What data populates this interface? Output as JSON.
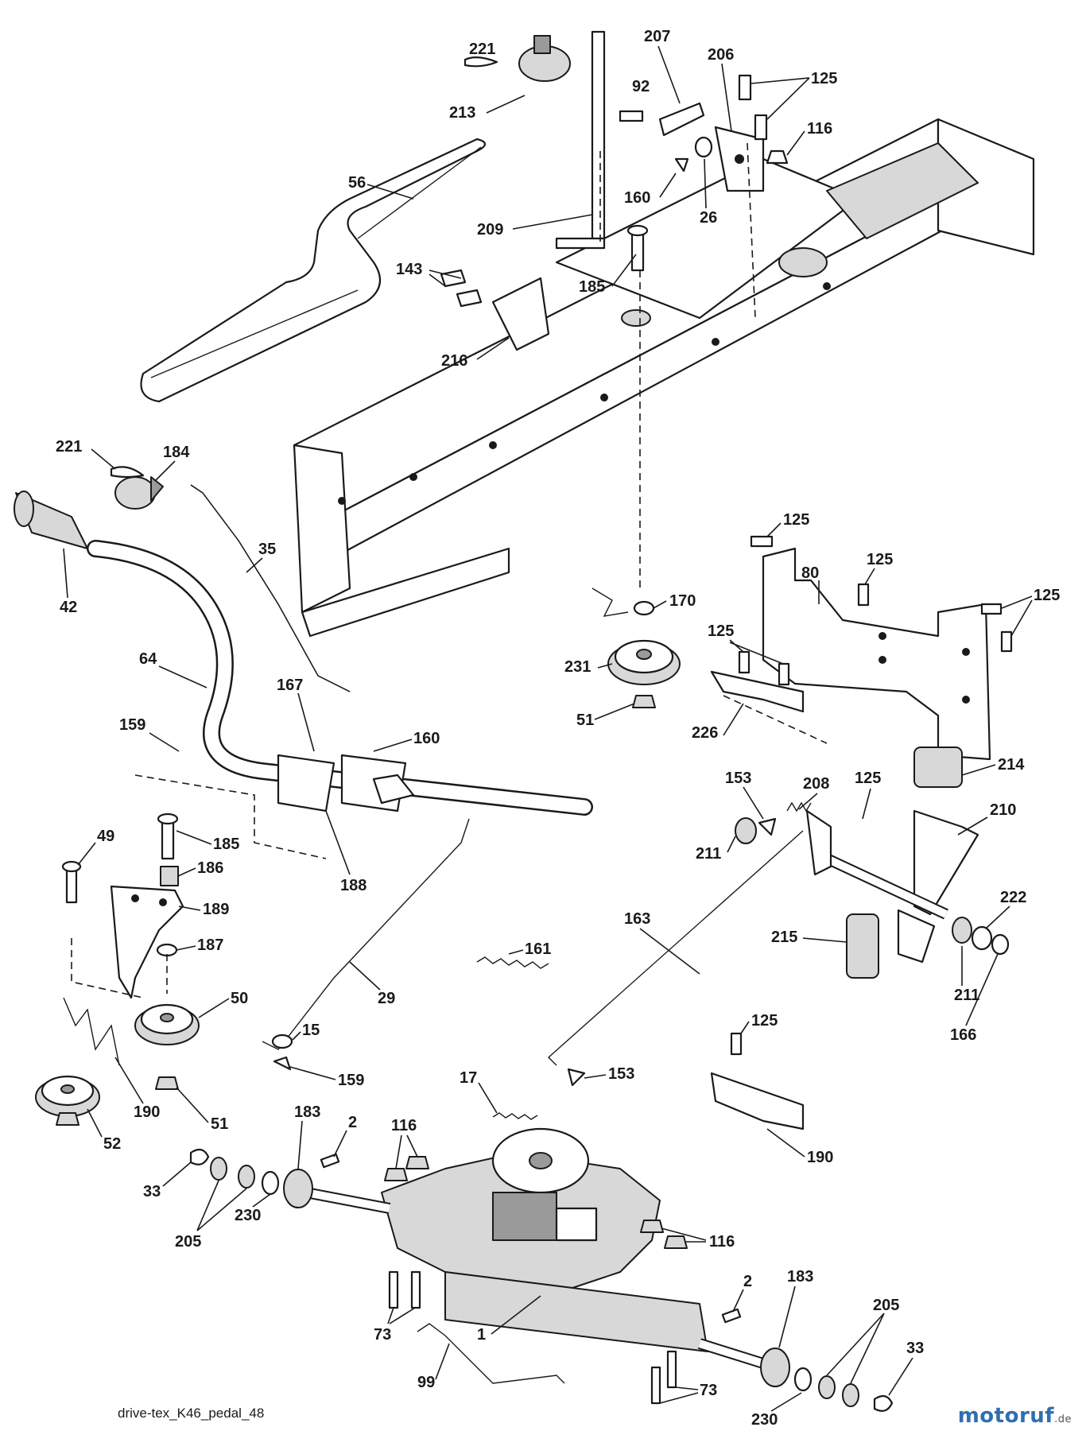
{
  "diagram": {
    "caption": "drive-tex_K46_pedal_48",
    "watermark": {
      "text": "motoruf",
      "suffix": ".de",
      "color": "#2f6fb0"
    },
    "callouts": [
      "221",
      "213",
      "207",
      "92",
      "206",
      "125",
      "116",
      "56",
      "160",
      "26",
      "209",
      "143",
      "185",
      "216",
      "184",
      "35",
      "42",
      "170",
      "80",
      "231",
      "51",
      "64",
      "167",
      "159",
      "226",
      "153",
      "208",
      "214",
      "185",
      "186",
      "49",
      "188",
      "189",
      "210",
      "211",
      "163",
      "222",
      "187",
      "161",
      "215",
      "50",
      "29",
      "166",
      "15",
      "159",
      "17",
      "51",
      "190",
      "52",
      "183",
      "2",
      "116",
      "33",
      "205",
      "230",
      "1",
      "73",
      "99",
      "183",
      "205",
      "33",
      "230",
      "73"
    ]
  }
}
